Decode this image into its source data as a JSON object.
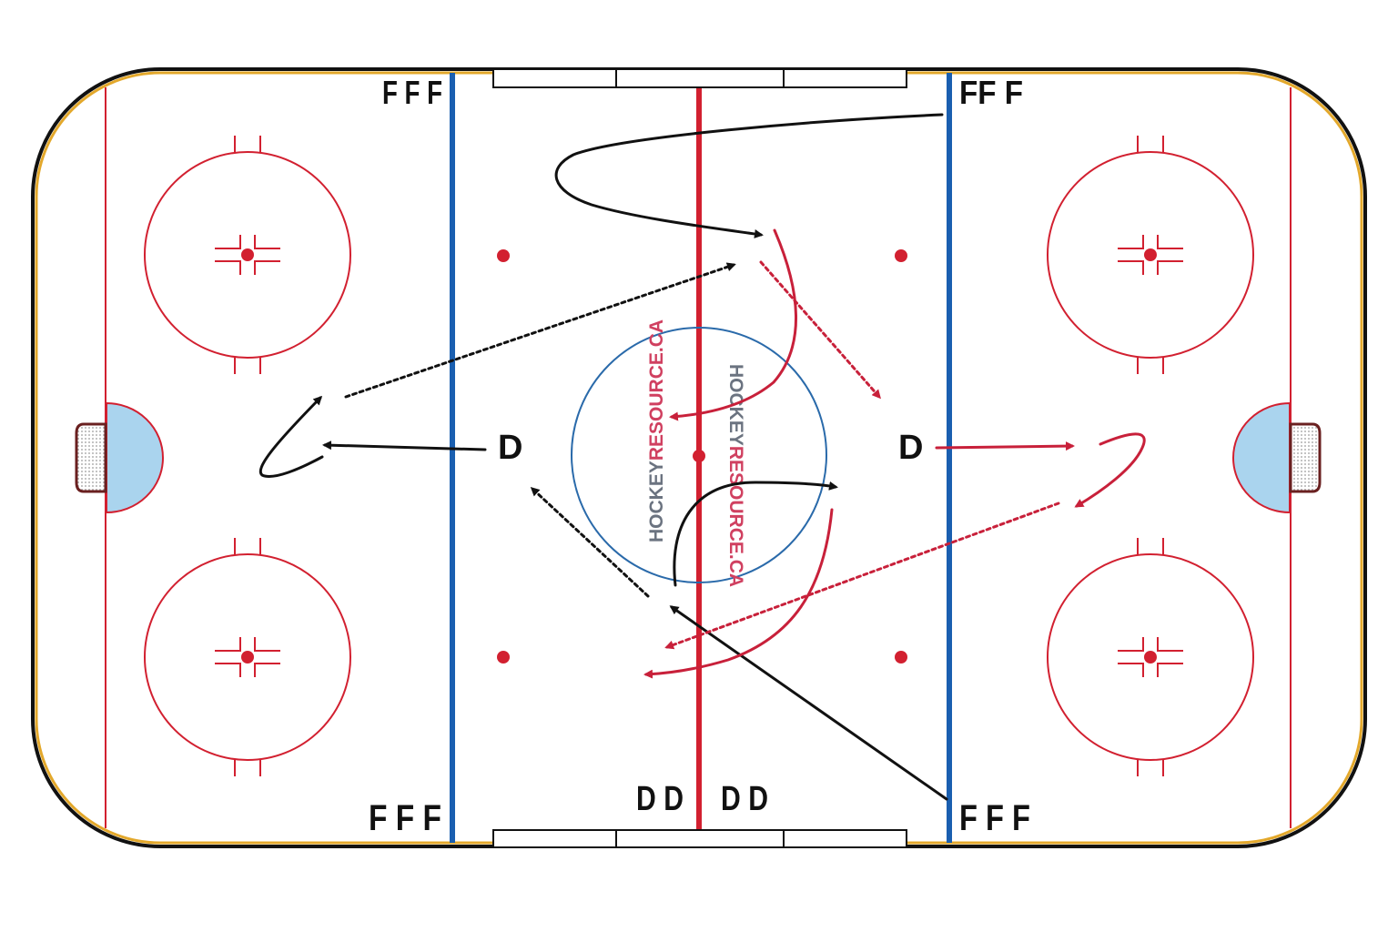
{
  "colors": {
    "board": "#111111",
    "kickplate": "#e3a82b",
    "red_line": "#d22030",
    "blue_line": "#1a5fb0",
    "crease": "#aad4ee",
    "circle_blue": "#2a6aaa",
    "drill_black": "#111111",
    "drill_red": "#c8203a",
    "watermark_grey": "#6b7380",
    "watermark_red": "#d04060"
  },
  "players": {
    "left_top": "F F F",
    "left_bottom": "F F F",
    "right_top": "FF F",
    "right_bottom": "F F F",
    "bench_left": "D D",
    "bench_right": "D D",
    "d_left": "D",
    "d_right": "D"
  },
  "watermark": {
    "part1": "HOCKEY",
    "part2": "RESOURCE.CA"
  }
}
